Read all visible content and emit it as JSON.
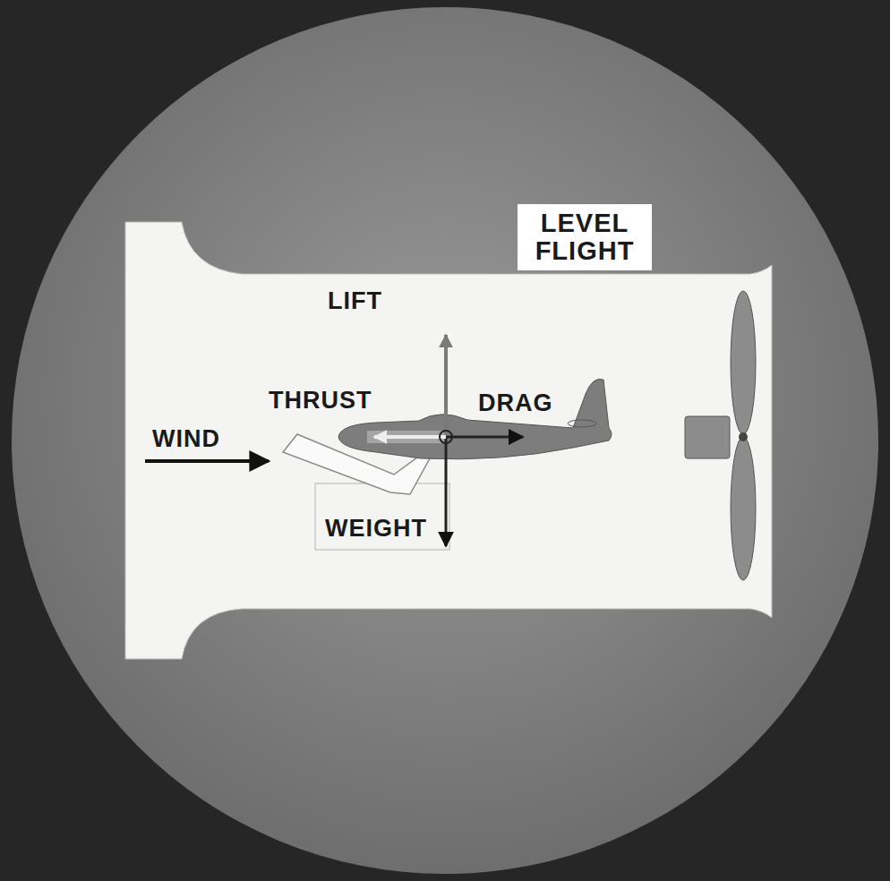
{
  "diagram": {
    "nodes": [
      {
        "text": [
          "LEVEL FLIGHT"
        ]
      }
    ],
    "labels": [
      "LIFT",
      "THRUST",
      "DRAG",
      "WIND",
      "WEIGHT"
    ]
  }
}
